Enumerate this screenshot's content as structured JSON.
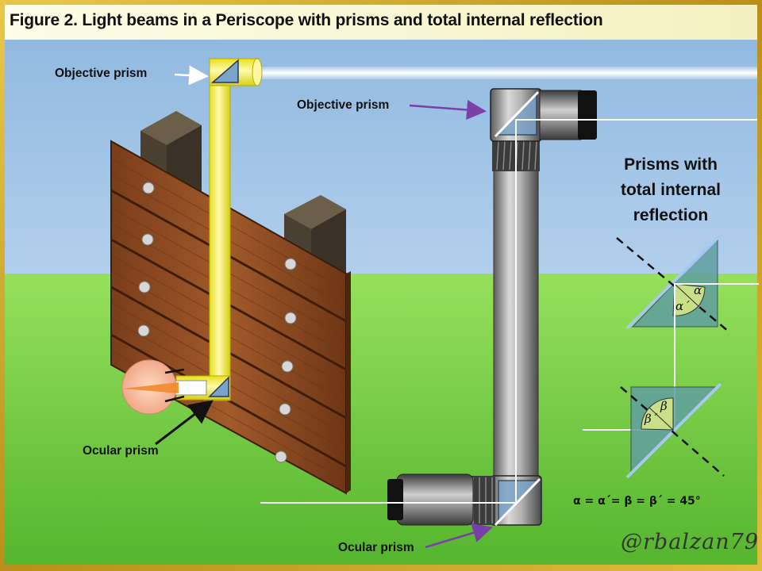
{
  "title": "Figure 2. Light beams in a Periscope with prisms and total internal reflection",
  "labels": {
    "objective_left": "Objective prism",
    "objective_right": "Objective prism",
    "ocular_left": "Ocular prism",
    "ocular_right": "Ocular prism"
  },
  "side_panel": {
    "title_lines": [
      "Prisms with",
      "total internal",
      "reflection"
    ],
    "alpha": "α",
    "alpha_prime": "α´",
    "beta": "β",
    "beta_prime": "β´",
    "formula": "α = α´= β = β´ = 45°"
  },
  "signature": "@rbalzan79",
  "colors": {
    "frame": "#c9a520",
    "sky_top": "#9ec3e6",
    "grass": "#7dd34b",
    "wood": "#8b4a22",
    "yellow_tube": "#f7f03a",
    "prism": "#7aa3c9",
    "arrow_purple": "#7a3fa8"
  }
}
